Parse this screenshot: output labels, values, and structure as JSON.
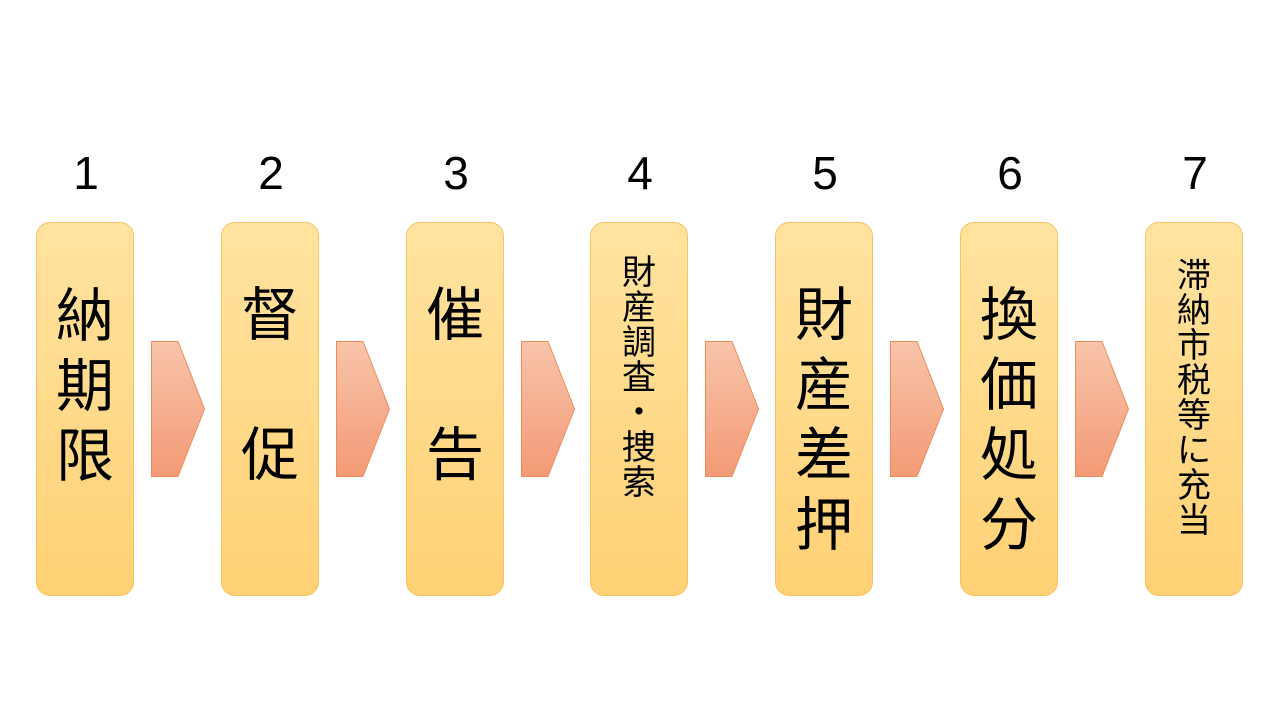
{
  "steps": [
    {
      "number": "1",
      "label": "納\n期\n限"
    },
    {
      "number": "2",
      "label": "督\n\n促"
    },
    {
      "number": "3",
      "label": "催\n\n告"
    },
    {
      "number": "4",
      "label": "財\n産\n調\n査\n・\n捜\n索"
    },
    {
      "number": "5",
      "label": "財\n産\n差\n押"
    },
    {
      "number": "6",
      "label": "換\n価\n処\n分"
    },
    {
      "number": "7",
      "label": "滞\n納\n市\n税\n等\nに\n充\n当"
    }
  ],
  "colors": {
    "box_fill_top": "#ffe3a0",
    "box_fill_bottom": "#ffd175",
    "box_border": "#f5c462",
    "arrow_fill_top": "#f8c4aa",
    "arrow_fill_bottom": "#f39a76",
    "arrow_border": "#ef8c5e"
  }
}
